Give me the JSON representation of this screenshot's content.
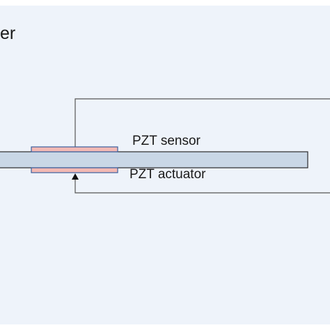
{
  "figure": {
    "title_fragment": "er",
    "sensor_label": "PZT sensor",
    "actuator_label": "PZT actuator"
  },
  "colors": {
    "background": "#eef3fa",
    "beam_fill": "#c9d7e6",
    "beam_stroke": "#2b2b2b",
    "pzt_fill": "#f3b9b4",
    "pzt_stroke": "#3a5f9e",
    "wire": "#555555",
    "arrow": "#111111"
  }
}
